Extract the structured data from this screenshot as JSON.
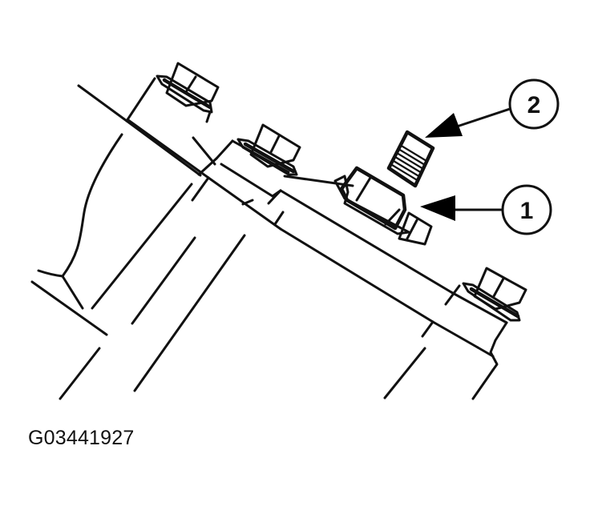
{
  "figure": {
    "id_label": "G03441927",
    "description": "Line illustration of a housing flange with bolts; a fitting (1) and a threaded sensor/plug (2) mounted on the flange."
  },
  "callouts": [
    {
      "number": "1",
      "target": "hex-nut-fitting"
    },
    {
      "number": "2",
      "target": "threaded-plug"
    }
  ],
  "colors": {
    "line": "#111111",
    "background": "#ffffff"
  }
}
